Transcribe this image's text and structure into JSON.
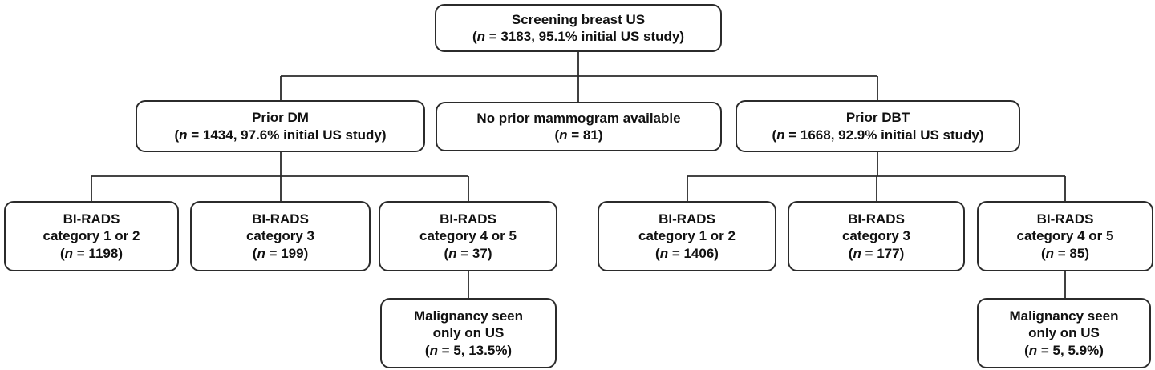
{
  "canvas": {
    "background": "#ffffff",
    "box_border_color": "#2b2b2b",
    "text_color": "#111111"
  },
  "nodes": {
    "root": {
      "lines": [
        "Screening breast US"
      ],
      "stat": {
        "open": "(",
        "n": "n",
        "rest": " = 3183, 95.1% initial US study)"
      }
    },
    "prior_dm": {
      "lines": [
        "Prior DM"
      ],
      "stat": {
        "open": "(",
        "n": "n",
        "rest": " = 1434, 97.6% initial US study)"
      }
    },
    "no_prior": {
      "lines": [
        "No prior mammogram available"
      ],
      "stat": {
        "open": "(",
        "n": "n",
        "rest": " = 81)"
      }
    },
    "prior_dbt": {
      "lines": [
        "Prior DBT"
      ],
      "stat": {
        "open": "(",
        "n": "n",
        "rest": " = 1668, 92.9% initial US study)"
      }
    },
    "dm_birads_1_2": {
      "lines": [
        "BI-RADS",
        "category 1 or 2"
      ],
      "stat": {
        "open": "(",
        "n": "n",
        "rest": " = 1198)"
      }
    },
    "dm_birads_3": {
      "lines": [
        "BI-RADS",
        "category 3"
      ],
      "stat": {
        "open": "(",
        "n": "n",
        "rest": " = 199)"
      }
    },
    "dm_birads_4_5": {
      "lines": [
        "BI-RADS",
        "category 4 or 5"
      ],
      "stat": {
        "open": "(",
        "n": "n",
        "rest": " = 37)"
      }
    },
    "dbt_birads_1_2": {
      "lines": [
        "BI-RADS",
        "category 1 or 2"
      ],
      "stat": {
        "open": "(",
        "n": "n",
        "rest": " = 1406)"
      }
    },
    "dbt_birads_3": {
      "lines": [
        "BI-RADS",
        "category 3"
      ],
      "stat": {
        "open": "(",
        "n": "n",
        "rest": " = 177)"
      }
    },
    "dbt_birads_4_5": {
      "lines": [
        "BI-RADS",
        "category 4 or 5"
      ],
      "stat": {
        "open": "(",
        "n": "n",
        "rest": " = 85)"
      }
    },
    "dm_malignancy": {
      "lines": [
        "Malignancy seen",
        "only on US"
      ],
      "stat": {
        "open": "(",
        "n": "n",
        "rest": " = 5, 13.5%)"
      }
    },
    "dbt_malignancy": {
      "lines": [
        "Malignancy seen",
        "only on US"
      ],
      "stat": {
        "open": "(",
        "n": "n",
        "rest": " = 5, 5.9%)"
      }
    }
  }
}
